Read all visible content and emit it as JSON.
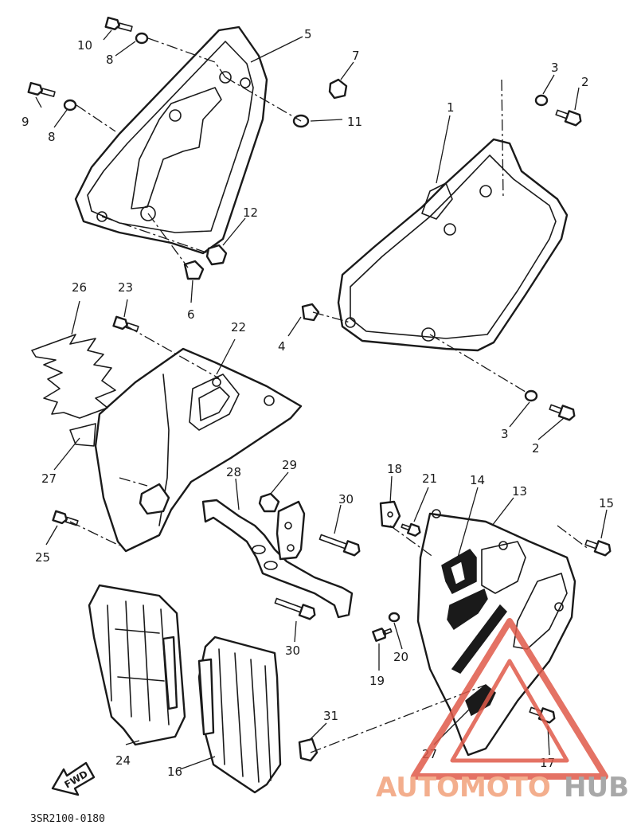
{
  "diagram_code": "3SR2100-0180",
  "fwd_label": "FWD",
  "watermark": {
    "part1": "AUTOMOTO",
    "part2": "HUB",
    "color1": "#f2a07a",
    "color2": "#9a9a9a",
    "triangle_color": "#e05a4a"
  },
  "callouts": {
    "c1": "1",
    "c2a": "2",
    "c2b": "2",
    "c3a": "3",
    "c3b": "3",
    "c4": "4",
    "c5": "5",
    "c6": "6",
    "c7": "7",
    "c8a": "8",
    "c8b": "8",
    "c9": "9",
    "c10": "10",
    "c11": "11",
    "c12": "12",
    "c13": "13",
    "c14": "14",
    "c15": "15",
    "c16": "16",
    "c17": "17",
    "c18": "18",
    "c19": "19",
    "c20": "20",
    "c21": "21",
    "c22": "22",
    "c23": "23",
    "c24": "24",
    "c25": "25",
    "c26": "26",
    "c27a": "27",
    "c27b": "27",
    "c28": "28",
    "c29": "29",
    "c30a": "30",
    "c30b": "30",
    "c31": "31"
  }
}
